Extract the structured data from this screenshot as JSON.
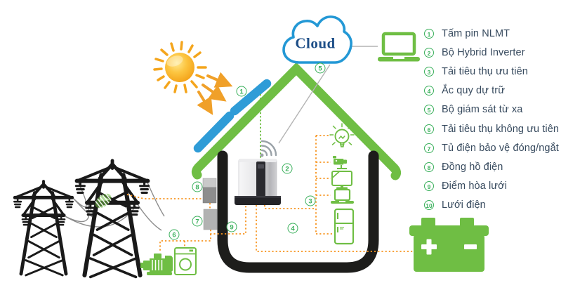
{
  "cloud": {
    "label": "Cloud"
  },
  "legend": {
    "items": [
      {
        "num": "1",
        "label": "Tấm pin NLMT"
      },
      {
        "num": "2",
        "label": "Bộ Hybrid Inverter"
      },
      {
        "num": "3",
        "label": "Tải tiêu thụ ưu tiên"
      },
      {
        "num": "4",
        "label": "Ắc quy dự trữ"
      },
      {
        "num": "5",
        "label": "Bộ giám sát từ xa"
      },
      {
        "num": "6",
        "label": "Tải tiêu thụ không ưu tiên"
      },
      {
        "num": "7",
        "label": "Tủ điện bảo vệ đóng/ngắt"
      },
      {
        "num": "8",
        "label": "Đồng hồ điện"
      },
      {
        "num": "9",
        "label": "Điểm hòa lưới"
      },
      {
        "num": "10",
        "label": "Lưới điện"
      }
    ]
  },
  "diagram_markers": [
    "1",
    "2",
    "3",
    "4",
    "5",
    "6",
    "7",
    "8",
    "9"
  ],
  "colors": {
    "green": "#6fbe44",
    "legend_green": "#3bb05c",
    "panel_blue": "#2f9cd7",
    "cloud_blue": "#2398d5",
    "cloud_text": "#1d4e87",
    "wire_orange": "#f7941e",
    "text": "#374a5e",
    "wall_black": "#1d1d1b",
    "connector_gray": "#b4b4b4"
  }
}
